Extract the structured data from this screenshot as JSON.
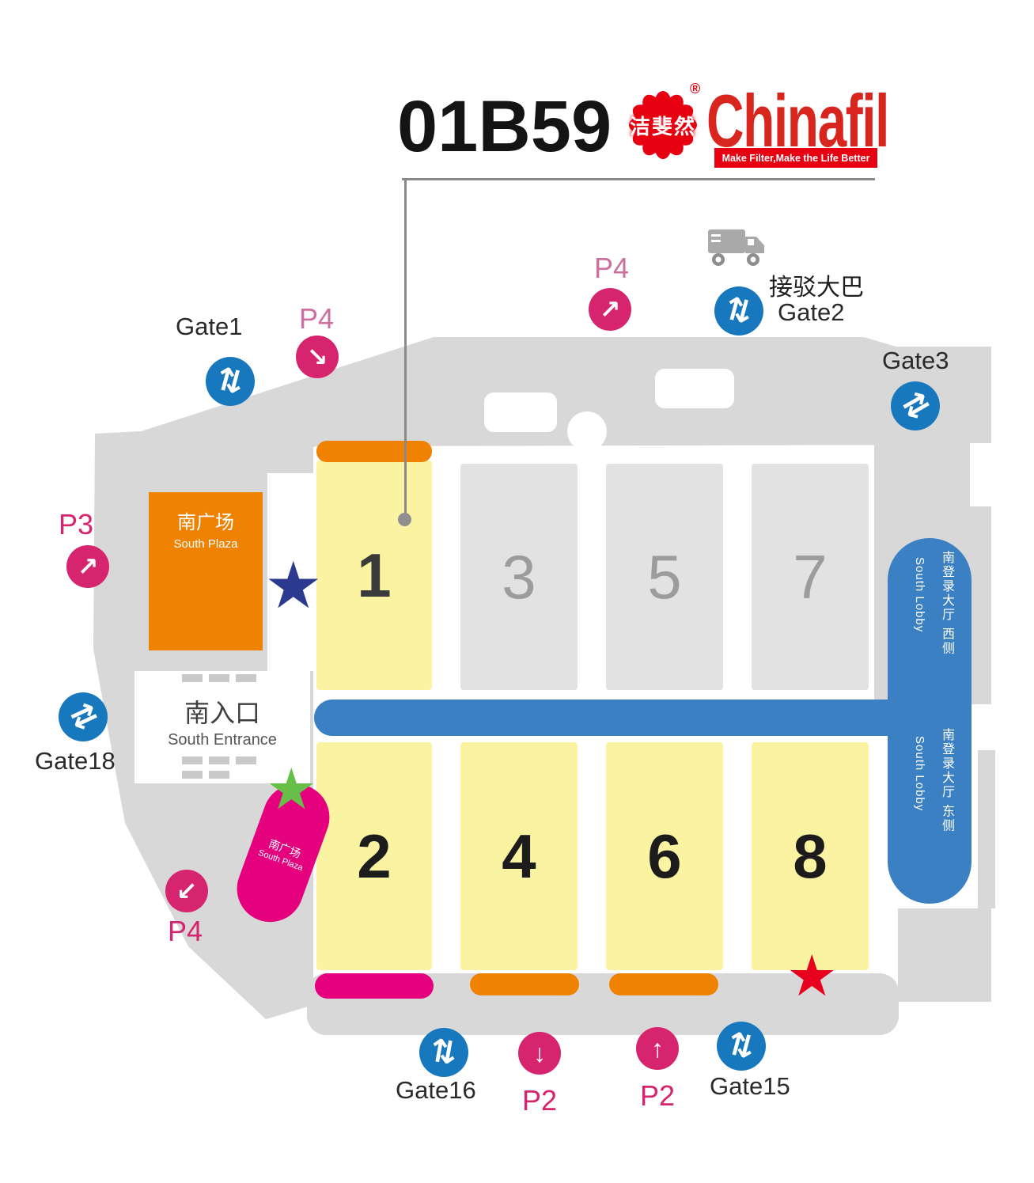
{
  "header": {
    "booth_number": "01B59",
    "logo": {
      "cn_name": "洁斐然",
      "registered": "®",
      "brand": "Chinafil",
      "tagline": "Make Filter,Make the Life Better"
    }
  },
  "icons": {
    "gate_double_arrow": "⇅",
    "arrow_ne": "↗",
    "arrow_se": "↘",
    "arrow_sw": "↙",
    "arrow_up": "↑",
    "arrow_down": "↓",
    "star": "★"
  },
  "map": {
    "halls": [
      {
        "number": "1"
      },
      {
        "number": "3"
      },
      {
        "number": "5"
      },
      {
        "number": "7"
      },
      {
        "number": "2"
      },
      {
        "number": "4"
      },
      {
        "number": "6"
      },
      {
        "number": "8"
      }
    ],
    "gates": [
      {
        "label": "Gate1"
      },
      {
        "label": "Gate2"
      },
      {
        "label": "Gate3"
      },
      {
        "label": "Gate18"
      },
      {
        "label": "Gate16"
      },
      {
        "label": "Gate15"
      }
    ],
    "parking": [
      {
        "label": "P4"
      },
      {
        "label": "P4"
      },
      {
        "label": "P3"
      },
      {
        "label": "P4"
      },
      {
        "label": "P2"
      },
      {
        "label": "P2"
      }
    ],
    "labels": {
      "shuttle_bus": "接驳大巴",
      "south_plaza_zh": "南广场",
      "south_plaza_en": "South Plaza",
      "south_plaza2_zh": "南广场",
      "south_plaza2_en": "South Plaza",
      "south_entrance_zh": "南入口",
      "south_entrance_en": "South Entrance",
      "lobby_west_zh": "南登录大厅 西侧",
      "lobby_west_en": "South Lobby",
      "lobby_east_zh": "南登录大厅 东侧",
      "lobby_east_en": "South Lobby"
    }
  },
  "colors": {
    "hall_highlight": "#faf3a1",
    "hall_gray": "#e2e2e2",
    "corridor_blue": "#3a80c2",
    "gate_blue": "#1878be",
    "parking_pink": "#d6246e",
    "orange": "#ef8200",
    "magenta": "#e5007e",
    "brand_red": "#e60012"
  }
}
